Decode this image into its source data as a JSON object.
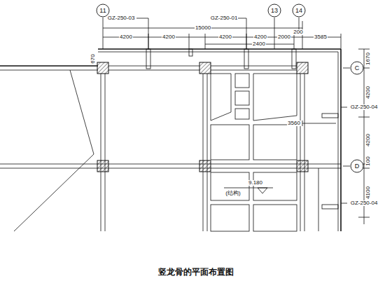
{
  "diagram": {
    "caption": "竖龙骨的平面布置图",
    "nodes": [
      {
        "text": [
          "11"
        ]
      },
      {
        "text": [
          "13"
        ]
      },
      {
        "text": [
          "14"
        ]
      },
      {
        "text": [
          "C"
        ]
      },
      {
        "text": [
          "D"
        ]
      }
    ],
    "labels": [
      "GZ-250-03",
      "GZ-250-01",
      "15000",
      "4200",
      "4200",
      "4200",
      "4200",
      "2000",
      "200",
      "3585",
      "2400",
      "670",
      "1670",
      "4200",
      "GZ-250-04",
      "3560",
      "4200",
      "100",
      "4100",
      "GZ-250-04",
      "9.180",
      "(结构)"
    ]
  }
}
